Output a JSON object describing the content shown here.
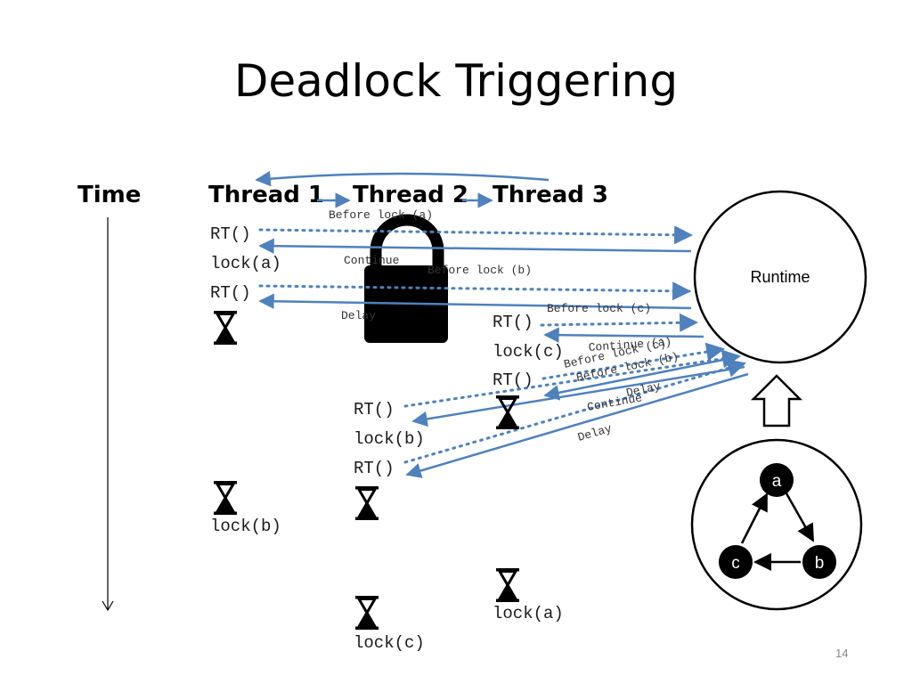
{
  "title": "Deadlock Triggering",
  "headers": {
    "time": "Time",
    "thread1": "Thread 1",
    "thread2": "Thread 2",
    "thread3": "Thread 3"
  },
  "thread1": {
    "rt1": "RT()",
    "lock_a": "lock(a)",
    "rt2": "RT()",
    "lock_b": "lock(b)"
  },
  "thread2": {
    "rt1": "RT()",
    "lock_b": "lock(b)",
    "rt2": "RT()",
    "lock_c": "lock(c)"
  },
  "thread3": {
    "rt1": "RT()",
    "lock_c": "lock(c)",
    "rt2": "RT()",
    "lock_a": "lock(a)"
  },
  "messages": {
    "t1_before_a": "Before lock (a)",
    "t1_continue": "Continue",
    "t1_delay": "Delay",
    "t2_before_b": "Before lock (b)",
    "t3_before_c": "Before lock (c)",
    "continue_a": "Continue (a)",
    "before_c": "Before lock (c)",
    "before_b": "Before lock (b)",
    "delay_a": "Delay",
    "continue_b": "Continue",
    "delay_b": "Delay"
  },
  "runtime": {
    "label": "Runtime"
  },
  "graph": {
    "node_a": "a",
    "node_b": "b",
    "node_c": "c"
  },
  "slide_number": "14",
  "colors": {
    "arrow": "#4f81bd",
    "text": "#000000",
    "background": "#ffffff"
  },
  "icons": {
    "lock": "padlock-icon",
    "wait": "hourglass-icon",
    "flow": "up-arrow-icon"
  }
}
